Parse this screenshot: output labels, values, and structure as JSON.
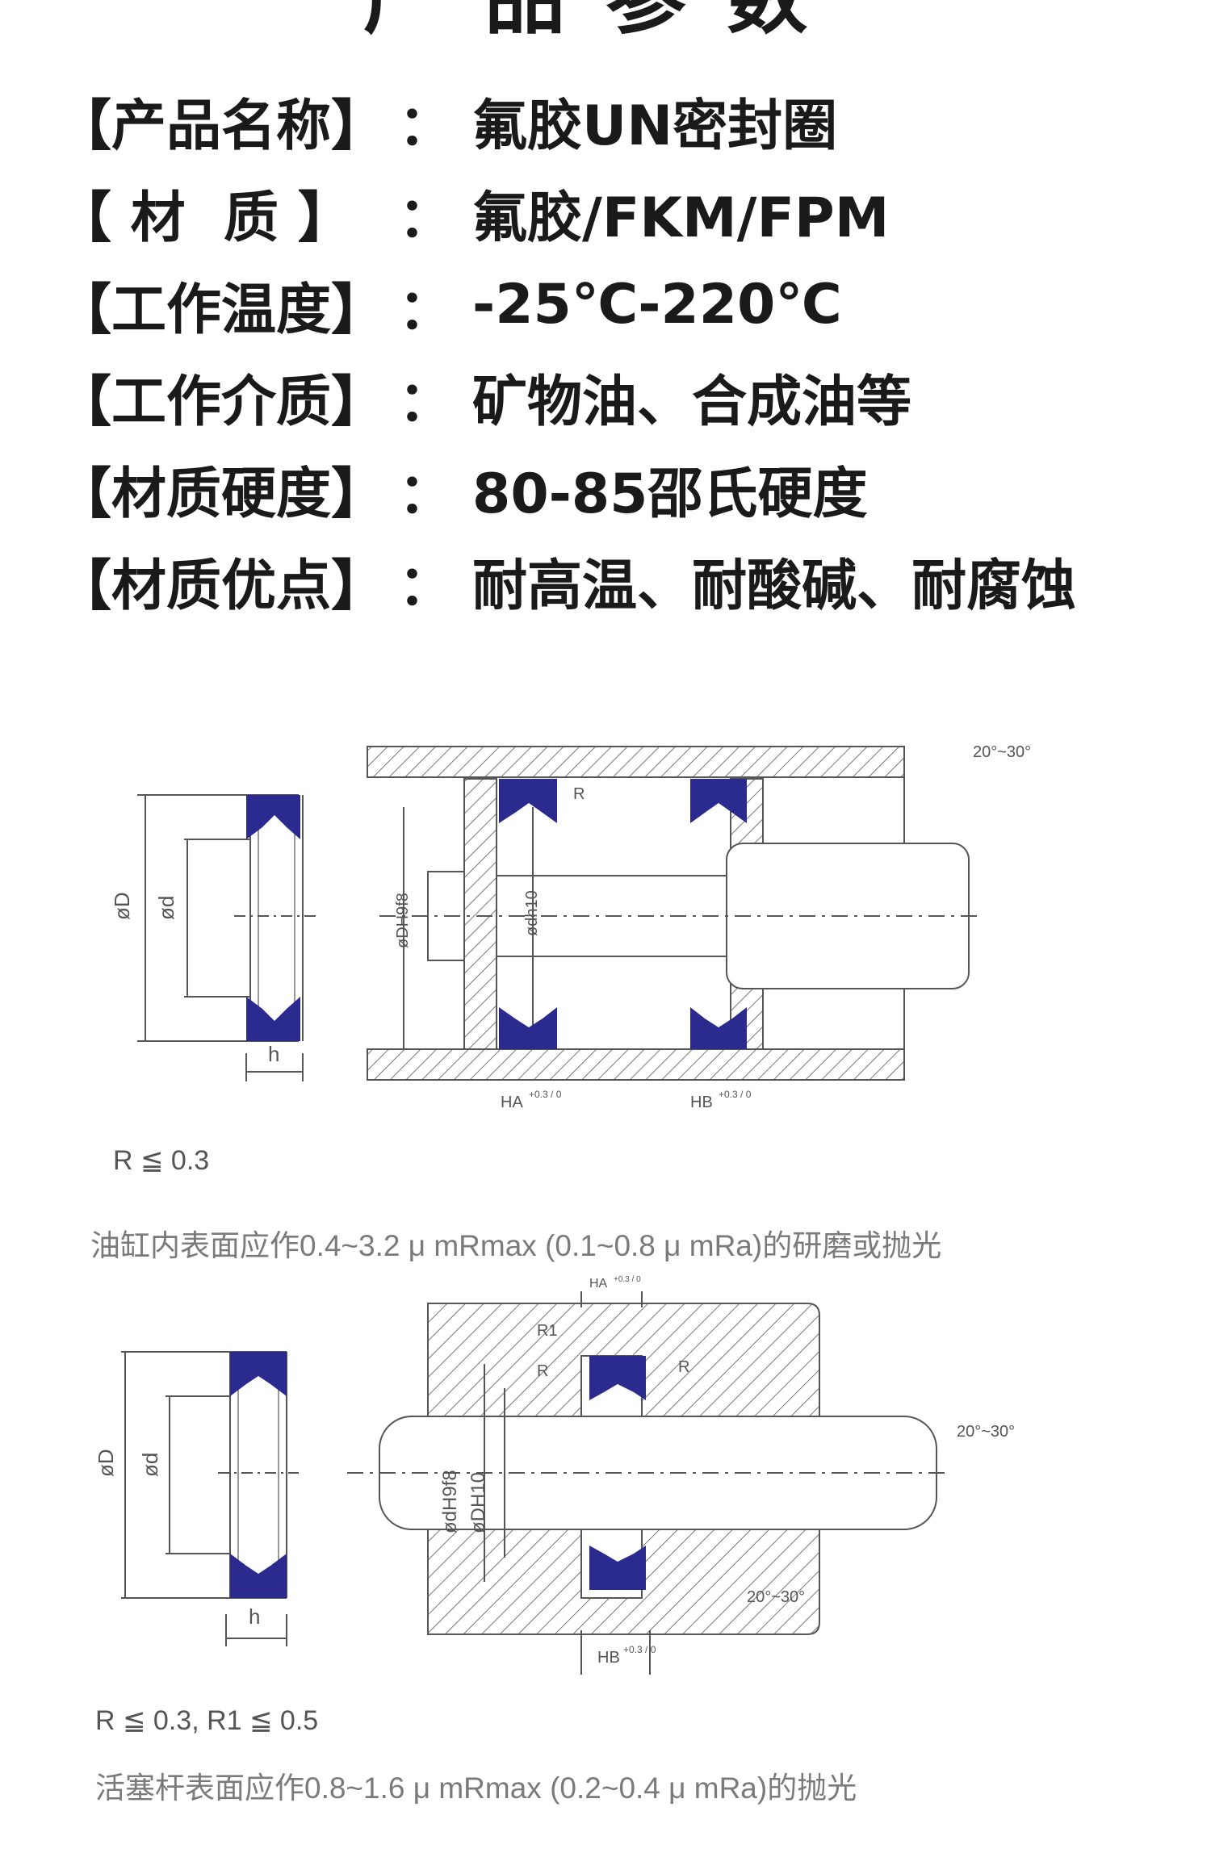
{
  "header": {
    "title": "产品参数"
  },
  "specs": [
    {
      "label": "【产品名称】",
      "sep": "：",
      "value": "氟胶UN密封圈"
    },
    {
      "label": "【 材  质 】",
      "sep": "：",
      "value": "氟胶/FKM/FPM"
    },
    {
      "label": "【工作温度】",
      "sep": "：",
      "value": "-25℃-220℃"
    },
    {
      "label": "【工作介质】",
      "sep": "：",
      "value": "矿物油、合成油等"
    },
    {
      "label": "【材质硬度】",
      "sep": "：",
      "value": "80-85邵氏硬度"
    },
    {
      "label": "【材质优点】",
      "sep": "：",
      "value": "耐高温、耐酸碱、耐腐蚀"
    }
  ],
  "piston_diagram": {
    "od_label": "øD",
    "id_label": "ød",
    "h_label": "h",
    "bore_label": "øDH9f8",
    "rod_label": "ødh10",
    "radius_label": "R",
    "angle_label": "20°~30°",
    "ha_label": "HA",
    "hb_label": "HB",
    "tol_label": "+0.3 / 0",
    "r_note": "R ≦ 0.3",
    "surface_note": "油缸内表面应作0.4~3.2 μ mRmax (0.1~0.8 μ mRa)的研磨或抛光"
  },
  "rod_diagram": {
    "od_label": "øD",
    "id_label": "ød",
    "h_label": "h",
    "rod_label": "ødH9f8",
    "bore_label": "øDH10",
    "radius_label": "R",
    "radius1_label": "R1",
    "angle_label": "20°~30°",
    "ha_label": "HA",
    "hb_label": "HB",
    "tol_label": "+0.3 / 0",
    "r_note": "R ≦ 0.3, R1 ≦ 0.5",
    "surface_note": "活塞杆表面应作0.8~1.6 μ mRmax (0.2~0.4 μ mRa)的抛光"
  },
  "colors": {
    "seal": "#2b2b8f",
    "line": "#555555",
    "text": "#1a1a1a",
    "note": "#7a7a7a"
  }
}
